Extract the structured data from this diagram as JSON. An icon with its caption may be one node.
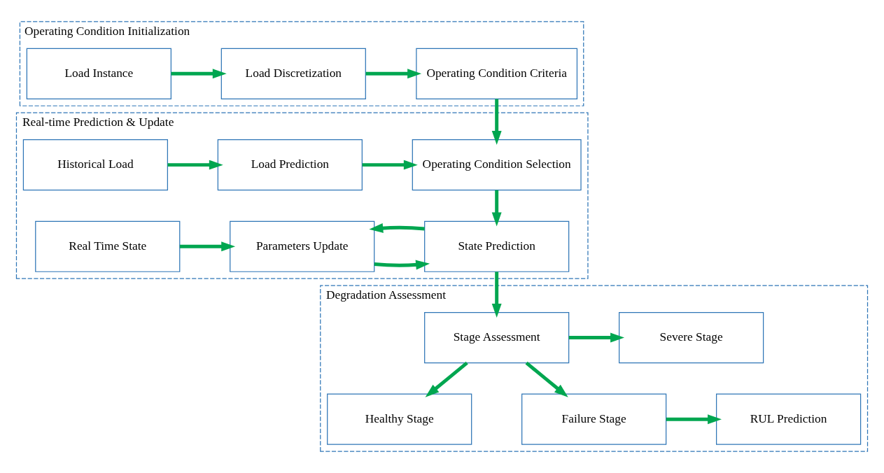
{
  "diagram": {
    "nodes": [
      {
        "text": [
          "Operating Condition Initialization"
        ]
      },
      {
        "text": [
          "Load Instance"
        ],
        "in": 0
      },
      {
        "text": [
          "Load Discretization"
        ],
        "in": 0
      },
      {
        "text": [
          "Operating Condition Criteria"
        ],
        "in": 0
      },
      {
        "text": [
          "Real-time Prediction & Update"
        ]
      },
      {
        "text": [
          "Historical Load"
        ],
        "in": 4
      },
      {
        "text": [
          "Load Prediction"
        ],
        "in": 4
      },
      {
        "text": [
          "Operating Condition Selection"
        ],
        "in": 4
      },
      {
        "text": [
          "Real Time State"
        ],
        "in": 4
      },
      {
        "text": [
          "Parameters Update"
        ],
        "in": 4
      },
      {
        "text": [
          "State Prediction"
        ],
        "in": 4
      },
      {
        "text": [
          "Degradation Assessment"
        ]
      },
      {
        "text": [
          "Healthy Stage"
        ],
        "in": 11
      },
      {
        "text": [
          "Severe Stage"
        ],
        "in": 11
      },
      {
        "text": [
          "Stage Assessment"
        ],
        "in": 11
      },
      {
        "text": [
          "RUL Prediction"
        ],
        "in": 11
      },
      {
        "text": [
          "Failure Stage"
        ],
        "in": 11
      }
    ],
    "edges": [
      {
        "from": 1,
        "to": 2,
        "arrow": "to"
      },
      {
        "from": 2,
        "to": 3,
        "arrow": "to"
      },
      {
        "from": 3,
        "to": 7,
        "arrow": "to"
      },
      {
        "from": 5,
        "to": 6,
        "arrow": "to"
      },
      {
        "from": 6,
        "to": 7,
        "arrow": "to"
      },
      {
        "from": 8,
        "to": 9,
        "arrow": "to"
      },
      {
        "from": 7,
        "to": 10,
        "arrow": "to"
      },
      {
        "from": 9,
        "to": 10,
        "arrow": "to"
      },
      {
        "from": 10,
        "to": 9,
        "arrow": "to"
      },
      {
        "from": 10,
        "to": 14,
        "arrow": "to"
      },
      {
        "from": 14,
        "to": 12,
        "arrow": "to"
      },
      {
        "from": 14,
        "to": 13,
        "arrow": "to"
      },
      {
        "from": 14,
        "to": 16,
        "arrow": "to"
      },
      {
        "from": 16,
        "to": 15,
        "arrow": "to"
      }
    ]
  }
}
